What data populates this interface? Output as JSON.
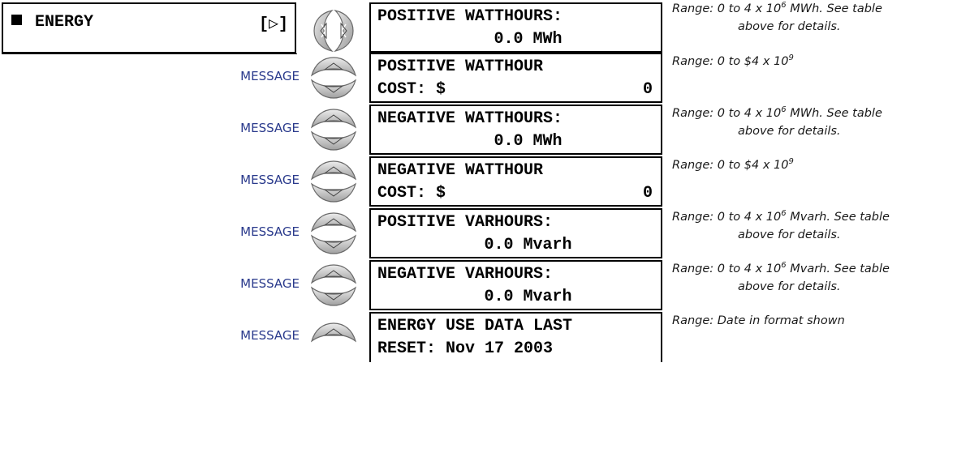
{
  "header": {
    "title": "ENERGY",
    "arrow": "[▷]"
  },
  "rows": [
    {
      "label": "",
      "lcd": {
        "line1": "POSITIVE WATTHOURS:",
        "line2_value": "0.0 MWh",
        "line2_right": ""
      },
      "range": {
        "pre": "Range: 0 to 4 x 10",
        "exp": "6",
        "post": " MWh. See table",
        "line2": "above for details."
      }
    },
    {
      "label": "MESSAGE",
      "lcd": {
        "line1": "POSITIVE WATTHOUR",
        "line2_value": "COST: $",
        "line2_right": "0"
      },
      "range": {
        "pre": "Range: 0 to $4 x 10",
        "exp": "9",
        "post": "",
        "line2": ""
      }
    },
    {
      "label": "MESSAGE",
      "lcd": {
        "line1": "NEGATIVE WATTHOURS:",
        "line2_value": "0.0 MWh",
        "line2_right": ""
      },
      "range": {
        "pre": "Range: 0 to 4 x 10",
        "exp": "6",
        "post": " MWh. See table",
        "line2": "above for details."
      }
    },
    {
      "label": "MESSAGE",
      "lcd": {
        "line1": "NEGATIVE WATTHOUR",
        "line2_value": "COST: $",
        "line2_right": "0"
      },
      "range": {
        "pre": "Range: 0 to $4 x 10",
        "exp": "9",
        "post": "",
        "line2": ""
      }
    },
    {
      "label": "MESSAGE",
      "lcd": {
        "line1": "POSITIVE VARHOURS:",
        "line2_value": "0.0 Mvarh",
        "line2_right": ""
      },
      "range": {
        "pre": "Range: 0 to 4 x 10",
        "exp": "6",
        "post": " Mvarh. See table",
        "line2": "above for details."
      }
    },
    {
      "label": "MESSAGE",
      "lcd": {
        "line1": "NEGATIVE VARHOURS:",
        "line2_value": "0.0 Mvarh",
        "line2_right": ""
      },
      "range": {
        "pre": "Range: 0 to 4 x 10",
        "exp": "6",
        "post": " Mvarh. See table",
        "line2": "above for details."
      }
    },
    {
      "label": "MESSAGE",
      "lcd": {
        "line1": "ENERGY USE DATA LAST",
        "line2_value": "RESET: Nov 17 2003",
        "line2_right": ""
      },
      "range": {
        "pre": "Range: Date in format shown",
        "exp": "",
        "post": "",
        "line2": ""
      }
    }
  ],
  "icons": {
    "left_right_keys": "left-right-arrow-keys-icon",
    "up_down_keys": "up-down-arrow-keys-icon",
    "up_key": "up-arrow-key-icon"
  },
  "colors": {
    "message_label": "#2a3a8c",
    "key_fill": "#c8c8c8",
    "key_stroke": "#6a6a6a"
  }
}
